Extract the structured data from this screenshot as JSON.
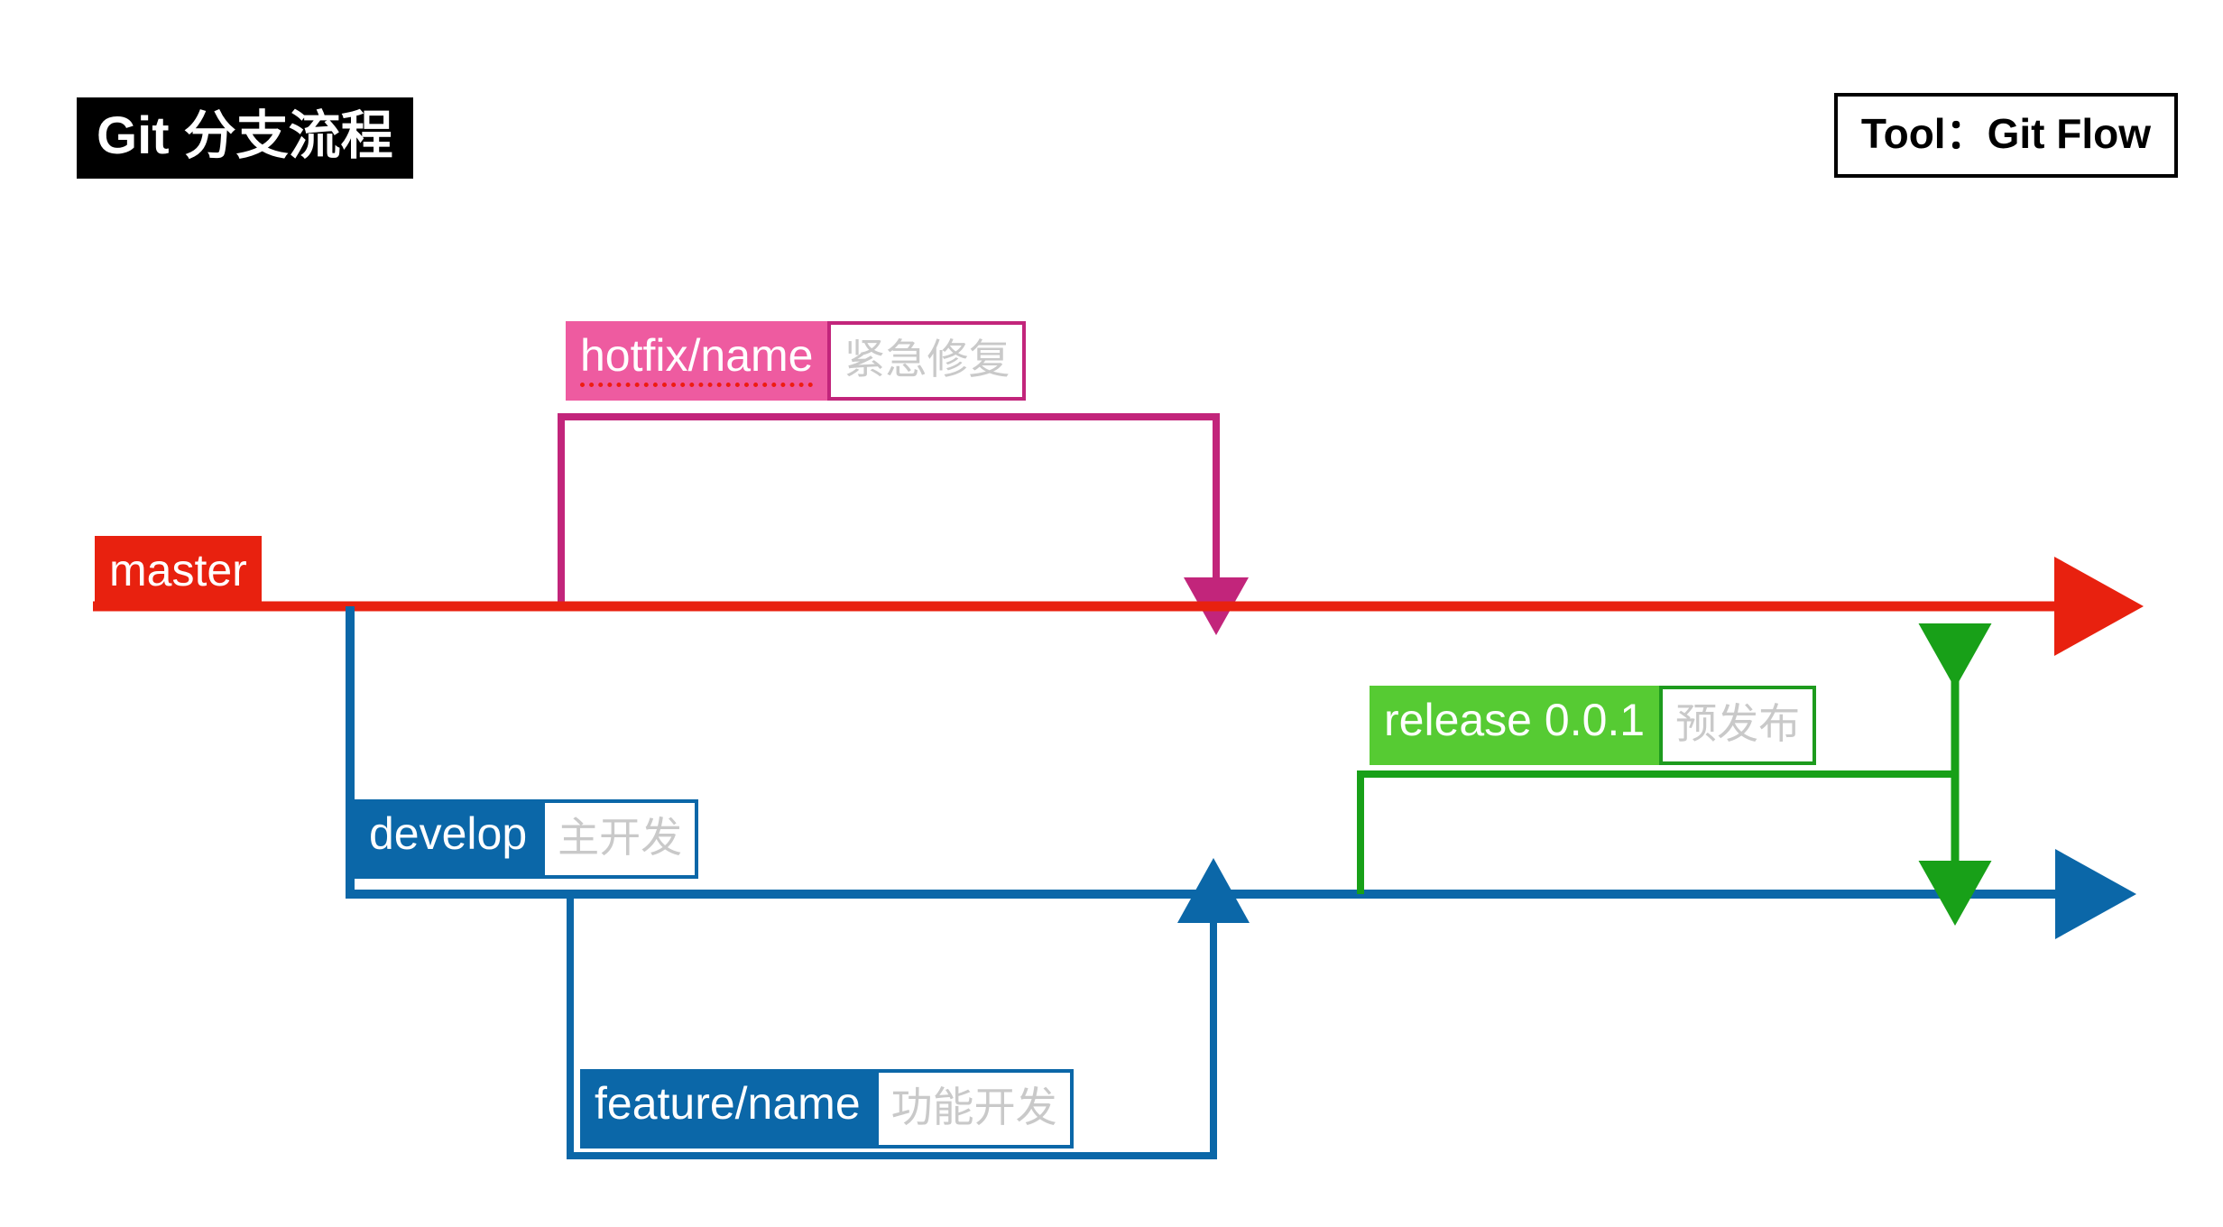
{
  "header": {
    "title": "Git 分支流程",
    "tool_label": "Tool：Git Flow"
  },
  "colors": {
    "master": "#e8210f",
    "develop": "#0b67a8",
    "feature": "#0b67a8",
    "release_fill": "#56cb33",
    "release_line": "#1e9b1e",
    "hotfix_fill": "#ee5ba0",
    "hotfix_line": "#c2257b",
    "note_text": "#c9c9c9",
    "header_bg": "#000000",
    "background": "#ffffff"
  },
  "branches": {
    "master": {
      "name": "master",
      "note": ""
    },
    "hotfix": {
      "name": "hotfix/name",
      "note": "紧急修复"
    },
    "develop": {
      "name": "develop",
      "note": "主开发"
    },
    "release": {
      "name": "release 0.0.1",
      "note": "预发布"
    },
    "feature": {
      "name": "feature/name",
      "note": "功能开发"
    }
  }
}
